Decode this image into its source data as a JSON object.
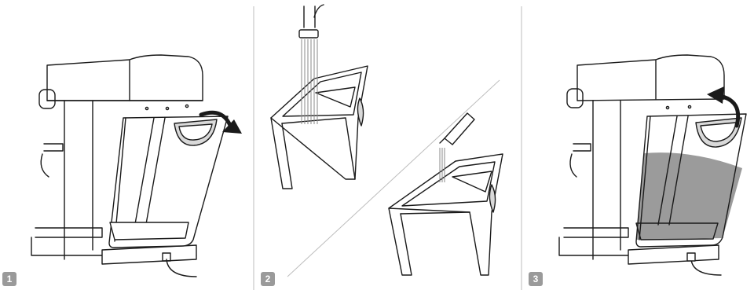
{
  "steps": [
    {
      "number": "1"
    },
    {
      "number": "2"
    },
    {
      "number": "3"
    }
  ],
  "colors": {
    "line": "#1a1a1a",
    "divider": "#bdbdbd",
    "water": "#9b9b9b",
    "tank_shade": "#d9d9d9",
    "badge": "#9a9a9a"
  }
}
